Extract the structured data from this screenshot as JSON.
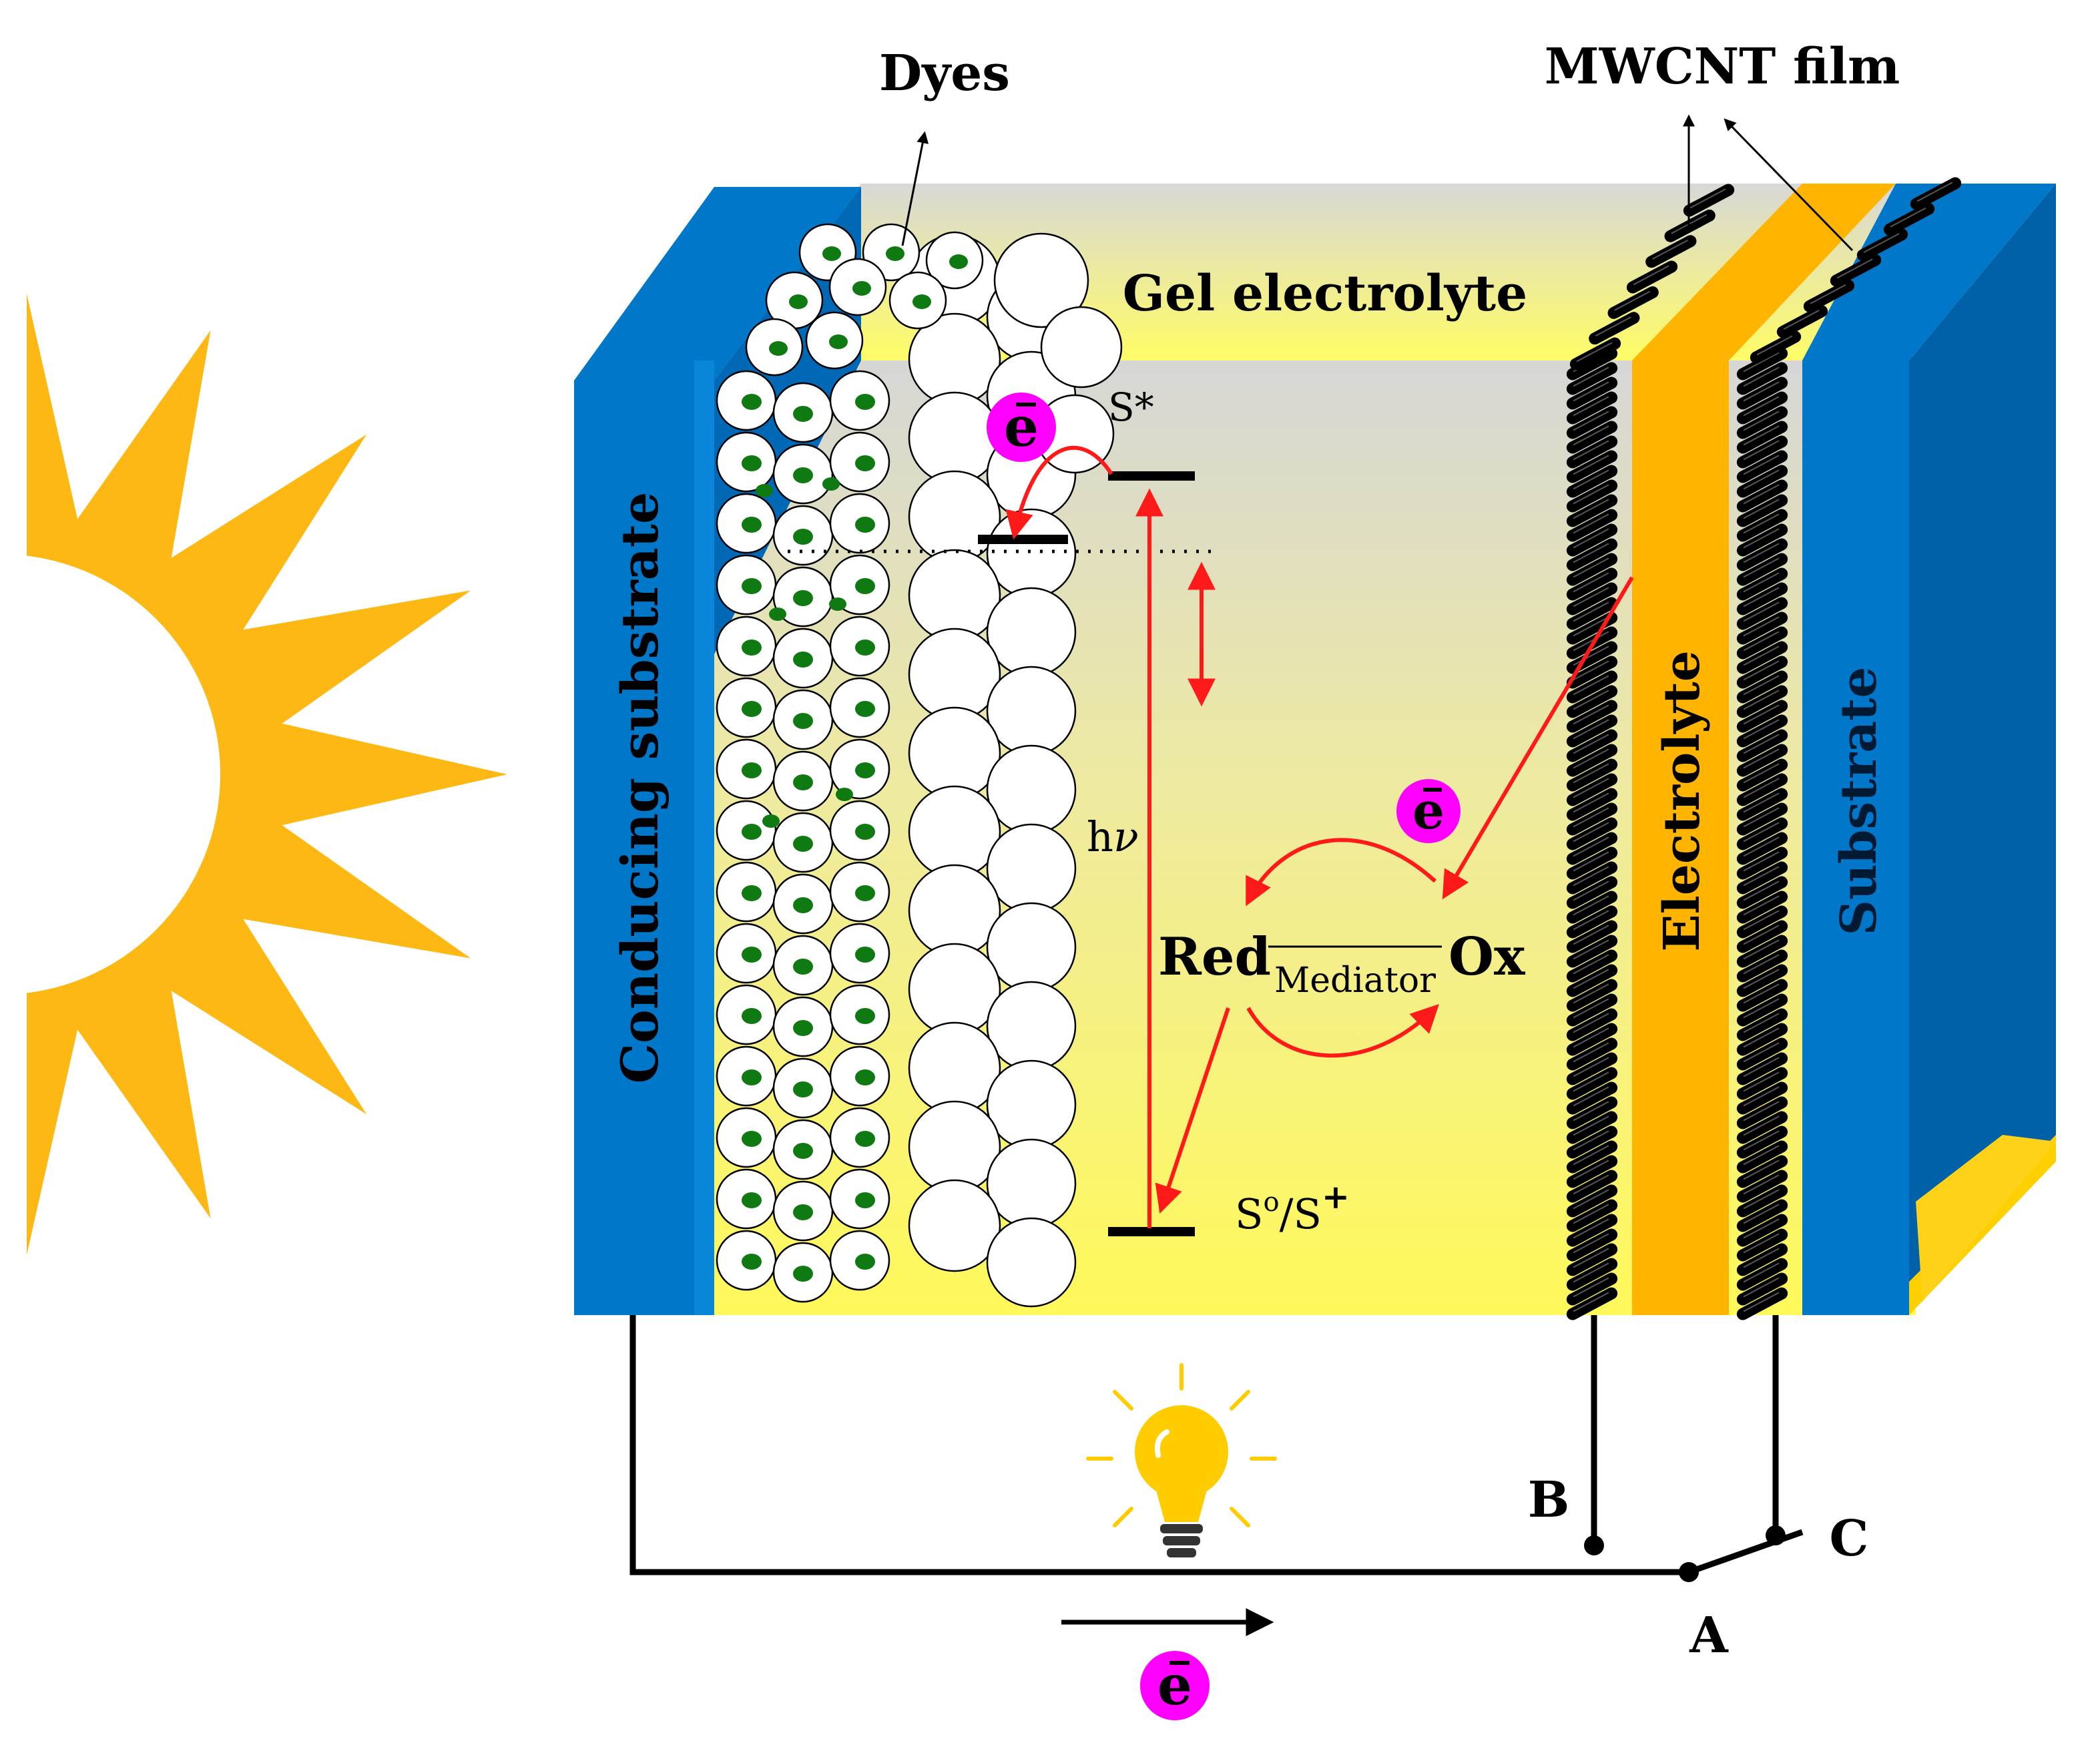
{
  "labels": {
    "dyes": "Dyes",
    "mwcnt": "MWCNT film",
    "gel": "Gel electrolyte",
    "conducing": "Conducing substrate",
    "electrolyte": "Electrolyte",
    "substrate": "Substrate",
    "s_star": "S*",
    "hv_h": "h",
    "hv_nu": "ν",
    "red": "Red",
    "mediator": "Mediator",
    "ox": "Ox",
    "s0_S": "S",
    "s0_o": "o",
    "s0_slash": "/S",
    "s0_plus": "+",
    "electron": "e",
    "B": "B",
    "C": "C",
    "A": "A"
  },
  "colors": {
    "sun": "#fdb813",
    "blue": "#0077c8",
    "blue_dark": "#0060a8",
    "gold": "#ffb400",
    "yellow": "#fff45a",
    "red": "#ff1a1a",
    "magenta": "#ff00ff",
    "dye": "#0f7a12",
    "bulb": "#ffcc00"
  }
}
